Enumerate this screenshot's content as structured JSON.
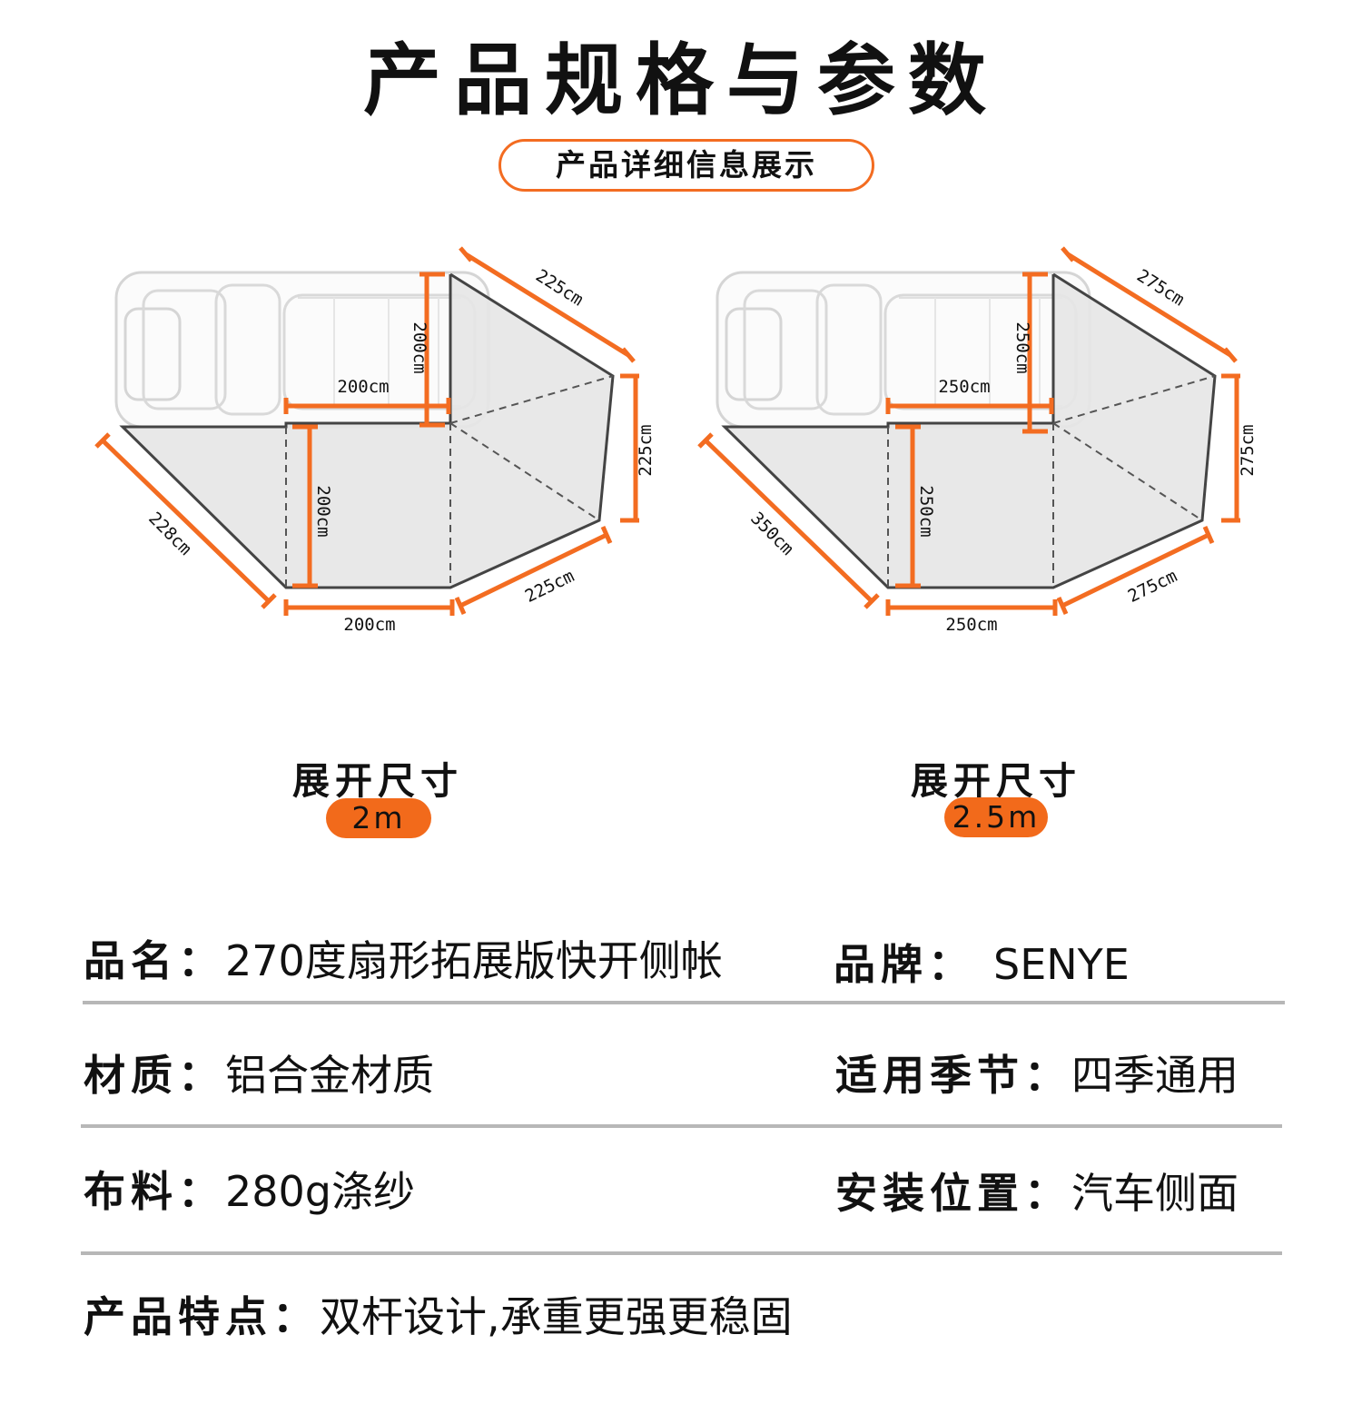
{
  "header": {
    "title": "产品规格与参数",
    "subtitle": "产品详细信息展示"
  },
  "diagrams": [
    {
      "dims": {
        "top_diag": "225cm",
        "top_vert": "200cm",
        "top_horiz": "200cm",
        "right_vert": "225cm",
        "left_diag": "228cm",
        "inner_vert": "200cm",
        "bottom_horiz": "200cm",
        "bottom_diag": "225cm"
      },
      "caption": "展开尺寸",
      "size_badge": "2m"
    },
    {
      "dims": {
        "top_diag": "275cm",
        "top_vert": "250cm",
        "top_horiz": "250cm",
        "right_vert": "275cm",
        "left_diag": "350cm",
        "inner_vert": "250cm",
        "bottom_horiz": "250cm",
        "bottom_diag": "275cm"
      },
      "caption": "展开尺寸",
      "size_badge": "2.5m"
    }
  ],
  "specs": {
    "name_label": "品名：",
    "name_value": "270度扇形拓展版快开侧帐",
    "brand_label": "品牌：",
    "brand_value": "SENYE",
    "material_label": "材质：",
    "material_value": "铝合金材质",
    "season_label": "适用季节：",
    "season_value": "四季通用",
    "fabric_label": "布料：",
    "fabric_value": "280g涤纱",
    "install_label": "安装位置：",
    "install_value": "汽车侧面",
    "feature_label": "产品特点：",
    "feature_value": "双杆设计,承重更强更稳固"
  },
  "colors": {
    "accent": "#f36c21",
    "awning_fill": "#e6e6e6",
    "outline": "#444444",
    "divider": "#b7b7b7"
  }
}
